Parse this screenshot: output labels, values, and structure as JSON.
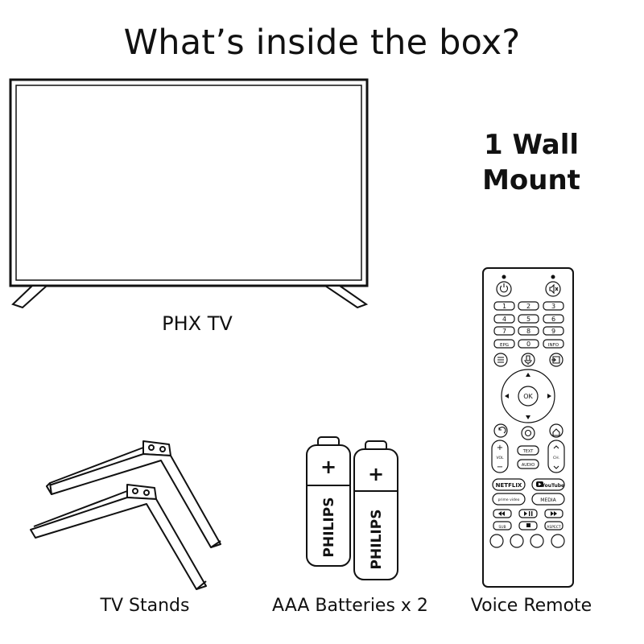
{
  "title": "What’s inside the box?",
  "items": {
    "wall_mount": {
      "line1": "1 Wall",
      "line2": "Mount"
    },
    "tv": {
      "label": "PHX TV"
    },
    "stands": {
      "label": "TV Stands"
    },
    "batteries": {
      "label": "AAA Batteries x 2",
      "brand": "PHILIPS",
      "polarity": "+"
    },
    "remote": {
      "label": "Voice Remote",
      "keys": {
        "num1": "1",
        "num2": "2",
        "num3": "3",
        "num4": "4",
        "num5": "5",
        "num6": "6",
        "num7": "7",
        "num8": "8",
        "num9": "9",
        "epg": "EPG",
        "num0": "0",
        "info": "INFO",
        "ok": "OK",
        "vol": "VOL",
        "vol_plus": "+",
        "vol_minus": "−",
        "ch": "CH.",
        "text": "TEXT",
        "audio": "AUDIO",
        "netflix": "NETFLIX",
        "youtube": "YouTube",
        "prime": "prime video",
        "media": "MEDIA",
        "sub": "SUB",
        "aspect": "ASPECT"
      }
    }
  },
  "colors": {
    "ink": "#111111",
    "background": "#ffffff"
  },
  "icons": [
    "power-icon",
    "mute-icon",
    "menu-icon",
    "mic-icon",
    "input-icon",
    "back-icon",
    "settings-icon",
    "home-icon",
    "rewind-icon",
    "play-pause-icon",
    "fast-forward-icon",
    "stop-icon"
  ]
}
